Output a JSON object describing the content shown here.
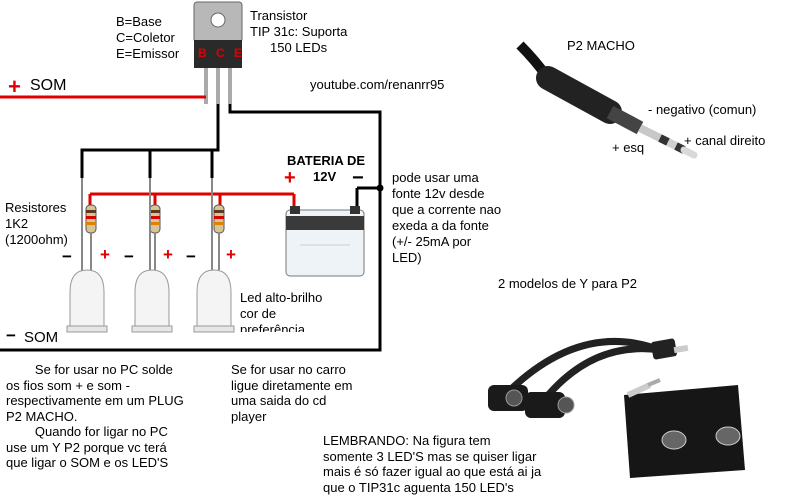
{
  "legend": {
    "base": "B=Base",
    "collector": "C=Coletor",
    "emitter": "E=Emissor"
  },
  "transistor": {
    "line1": "Transistor",
    "line2": "TIP 31c: Suporta",
    "line3": "150 LEDs",
    "pins": "B C E"
  },
  "signal": {
    "plus_symbol": "+",
    "plus_label": "SOM",
    "minus_symbol": "−",
    "minus_label": "SOM"
  },
  "credit": "youtube.com/renanrr95",
  "battery": {
    "line1": "BATERIA DE",
    "line2": "12V",
    "plus": "+",
    "minus": "−"
  },
  "resistors": {
    "line1": "Resistores",
    "line2": "1K2",
    "line3": "(1200ohm)"
  },
  "led_polarity": {
    "minus": "−",
    "plus": "+"
  },
  "led_note": {
    "line1": "Led alto-brilho",
    "line2": "cor de",
    "line3": "preferência"
  },
  "power_note": {
    "line1": "pode usar uma",
    "line2": "fonte 12v desde",
    "line3": "que a corrente nao",
    "line4": "exeda a da fonte",
    "line5": "(+/- 25mA por",
    "line6": "LED)"
  },
  "p2_plug": {
    "title": "P2 MACHO",
    "negative": "- negativo (comun)",
    "left": "+ esq",
    "right": "+ canal direito"
  },
  "y_adapters": {
    "title": "2 modelos de Y para P2"
  },
  "notes": {
    "pc": "        Se for usar no PC solde\nos fios som + e som -\nrespectivamente em um PLUG\nP2 MACHO.\n        Quando for ligar no PC\nuse um Y P2 porque vc terá\nque ligar o SOM e os LED'S",
    "car": "Se for usar no carro\nligue diretamente em\numa saida do cd\nplayer",
    "reminder": "LEMBRANDO: Na figura tem\nsomente 3 LED'S mas se quiser ligar\nmais é só fazer igual ao que está ai ja\nque o TIP31c aguenta 150 LED's"
  },
  "colors": {
    "wire_black": "#000000",
    "wire_red": "#e00000",
    "transistor_body": "#2a2a2a",
    "tab_metal": "#b0b0b0",
    "battery_body": "#eef3f7"
  }
}
